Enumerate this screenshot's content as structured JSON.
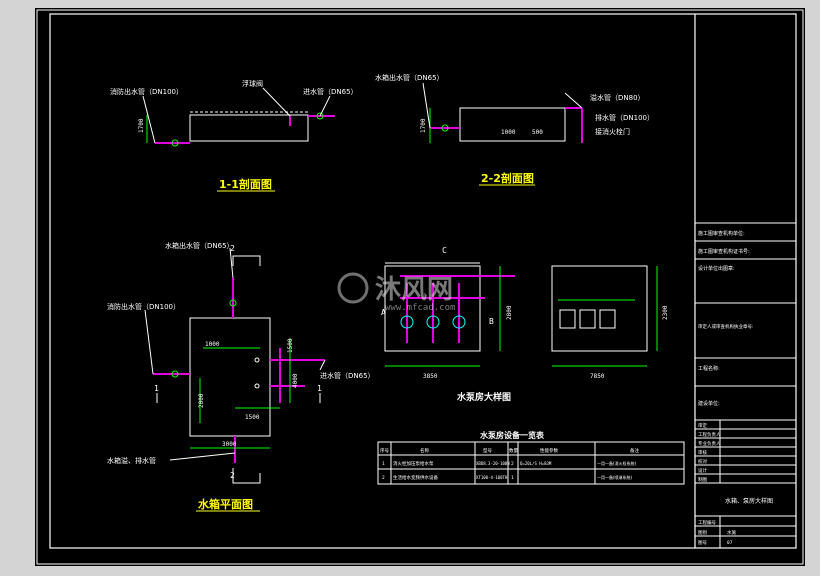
{
  "views": {
    "section11": {
      "title": "1-1剖面图",
      "label_fire_outlet": "消防出水管（DN100）",
      "label_float_valve": "浮球阀",
      "label_inlet": "进水管（DN65）",
      "dim_height": "1700"
    },
    "section22": {
      "title": "2-2剖面图",
      "label_tank_outlet": "水箱出水管（DN65）",
      "label_overflow": "溢水管（DN80）",
      "label_drain": "排水管（DN100）",
      "label_pump_room": "接消火栓门",
      "dim_a": "1000",
      "dim_b": "500",
      "dim_h": "1700"
    },
    "plan": {
      "title": "水箱平面图",
      "label_outlet": "水箱出水管（DN65）",
      "label_fire": "消防出水管（DN100）",
      "label_inlet": "进水管（DN65）",
      "label_drain": "水箱溢、排水管",
      "mark_1": "1",
      "mark_2": "2",
      "dim_1000": "1000",
      "dim_1500a": "1500",
      "dim_1500b": "1500",
      "dim_4000": "4000",
      "dim_2000": "2000",
      "dim_3000": "3000"
    },
    "pump_room": {
      "title": "水泵房大样图",
      "mark_a": "A",
      "mark_b": "B",
      "mark_c": "C",
      "dim_w1": "3850",
      "dim_w2": "7850",
      "dim_h1": "2800",
      "dim_h2": "2300"
    }
  },
  "equipment_table": {
    "title": "水泵房设备一览表",
    "headers": [
      "序号",
      "名称",
      "型号",
      "数量",
      "性能参数",
      "备注"
    ],
    "rows": [
      [
        "1",
        "消火栓加压泵给水泵",
        "XBD8.3-20-100W",
        "2",
        "Q=20L/S H=83M",
        "一用一备(消火栓系统)"
      ],
      [
        "2",
        "生活给水变频供水设备",
        "XT100-4-100TH",
        "1",
        "",
        "一用一备(喷淋系统)"
      ]
    ]
  },
  "title_block": {
    "rows": [
      "施工图审查机构单位:",
      "施工图审查机构证书号:",
      "设计单位出图章:",
      "审定人或审查机构执业章号:",
      "工程名称:",
      "建设单位:"
    ],
    "sign_rows": [
      "审定",
      "工程负责人",
      "专业负责人",
      "审核",
      "校对",
      "设计",
      "制图"
    ],
    "sheet_title": "水箱、泵房大样图",
    "number_label": "工程编号",
    "drawing_label": "图别",
    "drawing_value": "水施",
    "page_label": "图号",
    "page_value": "07"
  },
  "watermark": {
    "text": "沐风网",
    "url": "www.mfcad.com"
  },
  "colors": {
    "background": "#000000",
    "line": "#ffffff",
    "pipe": "#e000e0",
    "title": "#ffff00",
    "green": "#00ff00",
    "cyan": "#00ffff"
  }
}
